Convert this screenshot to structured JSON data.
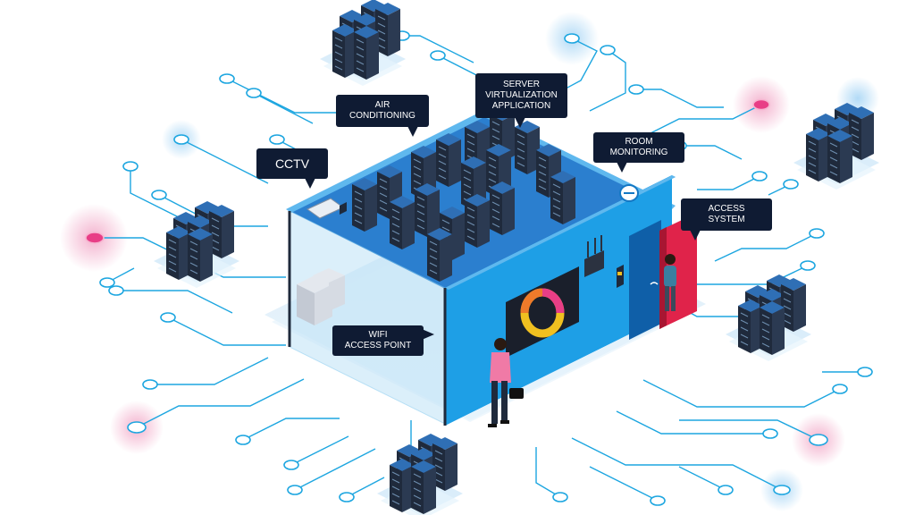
{
  "labels": {
    "cctv": "CCTV",
    "air_conditioning": "AIR\nCONDITIONING",
    "server_virtualization": "SERVER\nVIRTUALIZATION\nAPPLICATION",
    "room_monitoring": "ROOM\nMONITORING",
    "access_system": "ACCESS\nSYSTEM",
    "wifi_access_point": "WIFI\nACCESS POINT"
  },
  "colors": {
    "circuit_line": "#1da6e0",
    "node_fill": "#ffffff",
    "wall_blue": "#1e9fe6",
    "wall_blue_dark": "#1478c4",
    "rack_dark": "#1f2a3c",
    "rack_top": "#2f6fb5",
    "callout_bg": "#0f1b33",
    "access_door": "#e0234a",
    "glow_pink": "#f2a9c8",
    "glow_blue": "#a9d6f5",
    "person_shirt": "#f07aa6"
  },
  "icons": {
    "cctv_camera": "cctv-camera-icon",
    "room_sensor": "room-monitoring-sensor-icon",
    "wifi_router": "wifi-router-icon",
    "card_reader": "access-card-reader-icon",
    "wall_display": "wall-donut-display-icon"
  }
}
